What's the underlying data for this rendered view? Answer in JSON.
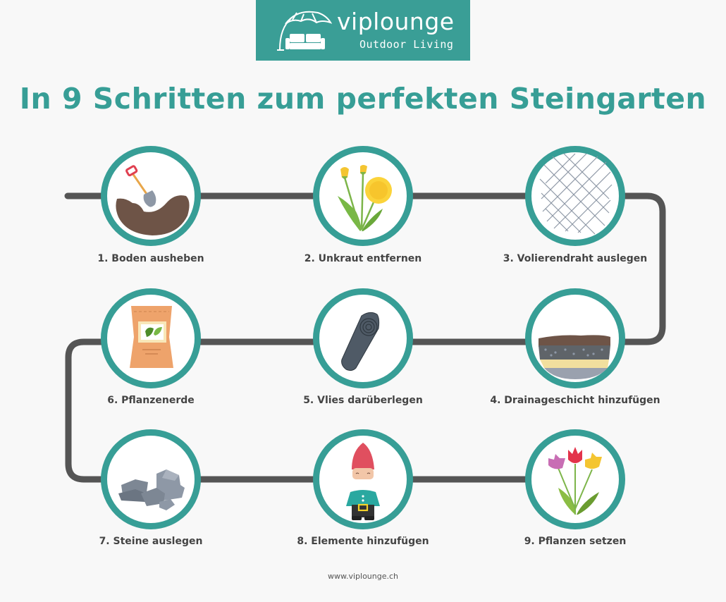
{
  "logo": {
    "brand": "viplounge",
    "tagline": "Outdoor Living",
    "background_color": "#3a9e96",
    "icon": "umbrella-sofa-icon"
  },
  "title": "In 9 Schritten zum perfekten Steingarten",
  "colors": {
    "accent": "#379e96",
    "path": "#555555",
    "label": "#444444",
    "background": "#f8f8f8"
  },
  "steps": [
    {
      "number": 1,
      "label": "1. Boden ausheben",
      "icon": "shovel-soil-icon"
    },
    {
      "number": 2,
      "label": "2. Unkraut entfernen",
      "icon": "dandelion-icon"
    },
    {
      "number": 3,
      "label": "3. Volierendraht  auslegen",
      "icon": "wire-mesh-icon"
    },
    {
      "number": 4,
      "label": "4. Drainageschicht hinzufügen",
      "icon": "soil-layers-icon"
    },
    {
      "number": 5,
      "label": "5. Vlies darüberlegen",
      "icon": "fleece-roll-icon"
    },
    {
      "number": 6,
      "label": "6. Pflanzenerde",
      "icon": "soil-bag-icon"
    },
    {
      "number": 7,
      "label": "7. Steine auslegen",
      "icon": "stones-icon"
    },
    {
      "number": 8,
      "label": "8. Elemente hinzufügen",
      "icon": "garden-gnome-icon"
    },
    {
      "number": 9,
      "label": "9. Pflanzen setzen",
      "icon": "tulips-icon"
    }
  ],
  "footer": "www.viplounge.ch"
}
